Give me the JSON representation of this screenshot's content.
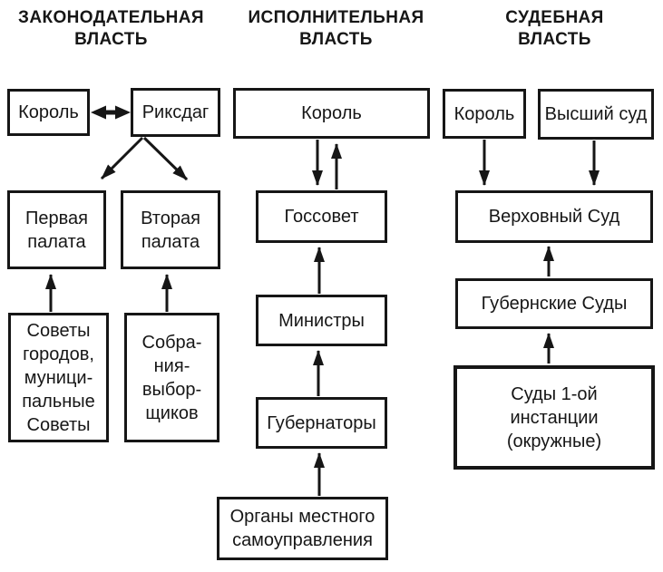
{
  "colors": {
    "ink": "#161616",
    "background": "#ffffff"
  },
  "columns": [
    {
      "id": "legislative",
      "header": "ЗАКОНОДАТЕЛЬНАЯ\nВЛАСТЬ",
      "nodes": {
        "king": "Король",
        "riksdag": "Риксдаг",
        "first_chamber": "Первая\nпалата",
        "second_chamber": "Вторая\nпалата",
        "city_councils": "Советы\nгородов,\nмуници-\nпальные\nСоветы",
        "elector_assemblies": "Собра-\nния-\nвыбор-\nщиков"
      }
    },
    {
      "id": "executive",
      "header": "ИСПОЛНИТЕЛЬНАЯ\nВЛАСТЬ",
      "nodes": {
        "king": "Король",
        "state_council": "Госсовет",
        "ministers": "Министры",
        "governors": "Губернаторы",
        "local_self_government": "Органы местного\nсамоуправления"
      }
    },
    {
      "id": "judicial",
      "header": "СУДЕБНАЯ\nВЛАСТЬ",
      "nodes": {
        "king": "Король",
        "higher_court": "Высший суд",
        "supreme_court": "Верховный Суд",
        "province_courts": "Губернские Суды",
        "first_instance_courts": "Суды 1-ой\nинстанции\n(окружные)"
      }
    }
  ],
  "edges": [
    {
      "from": "Король (законодательная)",
      "to": "Риксдаг",
      "type": "bidirectional"
    },
    {
      "from": "Риксдаг",
      "to": "Первая палата",
      "type": "directed"
    },
    {
      "from": "Риксдаг",
      "to": "Вторая палата",
      "type": "directed"
    },
    {
      "from": "Советы городов, муниципальные Советы",
      "to": "Первая палата",
      "type": "directed"
    },
    {
      "from": "Собрания выборщиков",
      "to": "Вторая палата",
      "type": "directed"
    },
    {
      "from": "Король (исполнительная)",
      "to": "Госсовет",
      "type": "directed"
    },
    {
      "from": "Госсовет",
      "to": "Король (исполнительная)",
      "type": "directed"
    },
    {
      "from": "Министры",
      "to": "Госсовет",
      "type": "directed"
    },
    {
      "from": "Губернаторы",
      "to": "Министры",
      "type": "directed"
    },
    {
      "from": "Органы местного самоуправления",
      "to": "Губернаторы",
      "type": "directed"
    },
    {
      "from": "Король (судебная)",
      "to": "Верховный Суд",
      "type": "directed"
    },
    {
      "from": "Высший суд",
      "to": "Верховный Суд",
      "type": "directed"
    },
    {
      "from": "Губернские Суды",
      "to": "Верховный Суд",
      "type": "directed"
    },
    {
      "from": "Суды 1-ой инстанции (окружные)",
      "to": "Губернские Суды",
      "type": "directed"
    }
  ]
}
